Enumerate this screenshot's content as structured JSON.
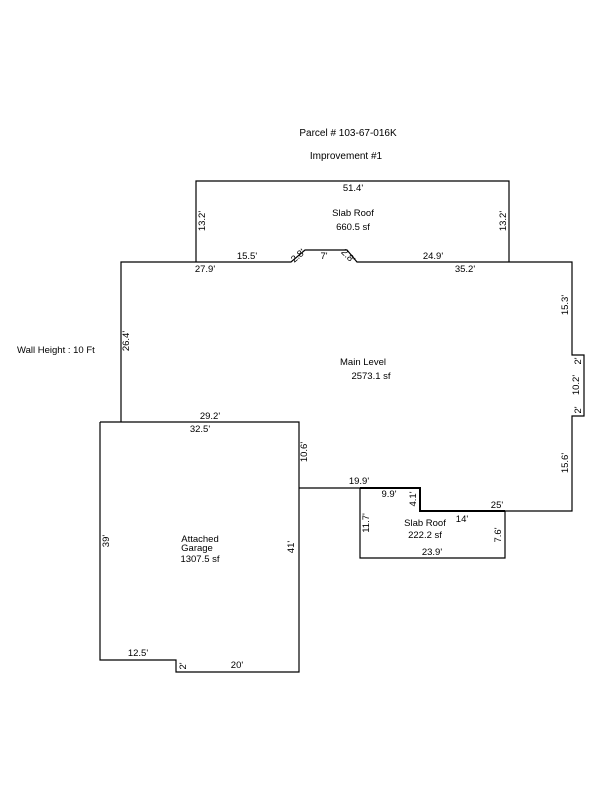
{
  "header": {
    "parcel": "Parcel # 103-67-016K",
    "improvement": "Improvement #1"
  },
  "wall_height": "Wall Height : 10 Ft",
  "areas": {
    "slab_roof_top": {
      "name": "Slab Roof",
      "area": "660.5 sf"
    },
    "main_level": {
      "name": "Main Level",
      "area": "2573.1 sf"
    },
    "garage": {
      "name_line1": "Attached",
      "name_line2": "Garage",
      "area": "1307.5 sf"
    },
    "slab_roof_small": {
      "name": "Slab Roof",
      "area": "222.2 sf"
    }
  },
  "dimensions": {
    "slab_top_width": "51.4'",
    "slab_top_left": "13.2'",
    "slab_top_right": "13.2'",
    "main_top_left": "27.9'",
    "bay_left_run": "15.5'",
    "bay_left_angle": "2.8'",
    "bay_center": "7'",
    "bay_right_angle": "2.8'",
    "bay_right_run": "24.9'",
    "main_top_right": "35.2'",
    "main_left": "26.4'",
    "main_right_upper": "15.3'",
    "bump_top": "2'",
    "bump_side": "10.2'",
    "bump_bottom": "2'",
    "main_right_lower": "15.6'",
    "main_bottom_right": "25'",
    "main_bottom_left": "29.2'",
    "garage_top": "32.5'",
    "garage_right_upper": "10.6'",
    "main_bottom_mid": "19.9'",
    "notch_width": "9.9'",
    "notch_height": "4.1'",
    "small_slab_top": "14'",
    "small_slab_left": "11.7'",
    "small_slab_right": "7.6'",
    "small_slab_bottom": "23.9'",
    "garage_left": "39'",
    "garage_right": "41'",
    "garage_bottom_left": "12.5'",
    "garage_step": "2'",
    "garage_bottom_right": "20'"
  }
}
